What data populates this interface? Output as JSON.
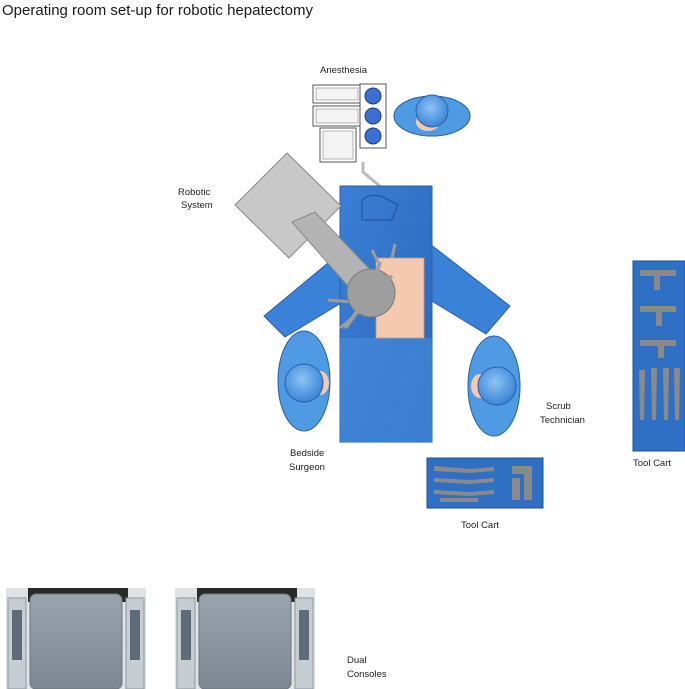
{
  "title": "Operating room set-up for robotic hepatectomy",
  "labels": {
    "anesthesia": "Anesthesia",
    "robotic_1": "Robotic",
    "robotic_2": "System",
    "bedside_1": "Bedside",
    "bedside_2": "Surgeon",
    "scrub_1": "Scrub",
    "scrub_2": "Technician",
    "toolcart_bottom": "Tool Cart",
    "toolcart_right": "Tool Cart",
    "consoles_1": "Dual",
    "consoles_2": "Consoles"
  },
  "colors": {
    "drape_blue": "#2f6fc4",
    "drape_light": "#4a8fe0",
    "person_blue": "#4e9be3",
    "skin": "#f4c9b0",
    "robot_gray": "#c8c8c8",
    "console_gray": "#8a949e"
  }
}
